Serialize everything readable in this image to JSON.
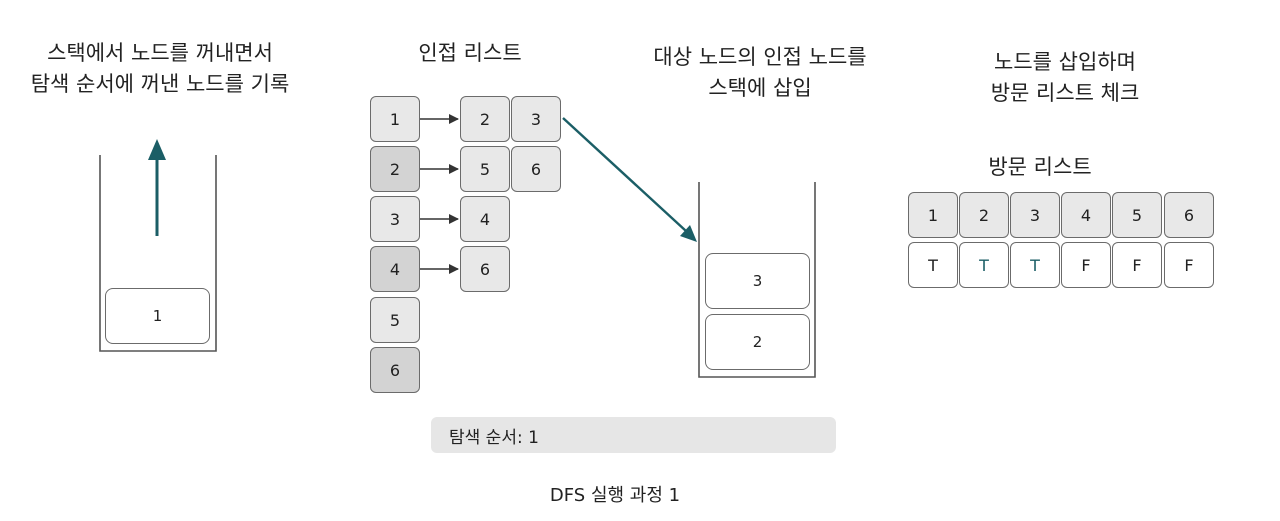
{
  "sections": {
    "pop_heading": [
      "스택에서 노드를 꺼내면서",
      "탐색 순서에 꺼낸 노드를 기록"
    ],
    "adj_heading": "인접 리스트",
    "push_heading": [
      "대상 노드의 인접 노드를",
      "스택에 삽입"
    ],
    "visit_heading": [
      "노드를 삽입하며",
      "방문 리스트 체크"
    ],
    "visit_list_title": "방문 리스트"
  },
  "left_stack": {
    "items": [
      "1"
    ]
  },
  "adjacency": {
    "nodes": [
      "1",
      "2",
      "3",
      "4",
      "5",
      "6"
    ],
    "neighbors": [
      [
        "2",
        "3"
      ],
      [
        "5",
        "6"
      ],
      [
        "4"
      ],
      [
        "6"
      ],
      [],
      []
    ]
  },
  "right_stack": {
    "items_top_to_bottom": [
      "3",
      "2"
    ]
  },
  "visit_list": {
    "nodes": [
      "1",
      "2",
      "3",
      "4",
      "5",
      "6"
    ],
    "visited": [
      "T",
      "T",
      "T",
      "F",
      "F",
      "F"
    ]
  },
  "traversal": {
    "label": "탐색 순서: 1"
  },
  "caption": "DFS 실행 과정 1",
  "colors": {
    "teal": "#1b5e66",
    "box_border": "#6b6b6b",
    "light_fill": "#e8e8e8",
    "mid_fill": "#d3d3d3"
  }
}
